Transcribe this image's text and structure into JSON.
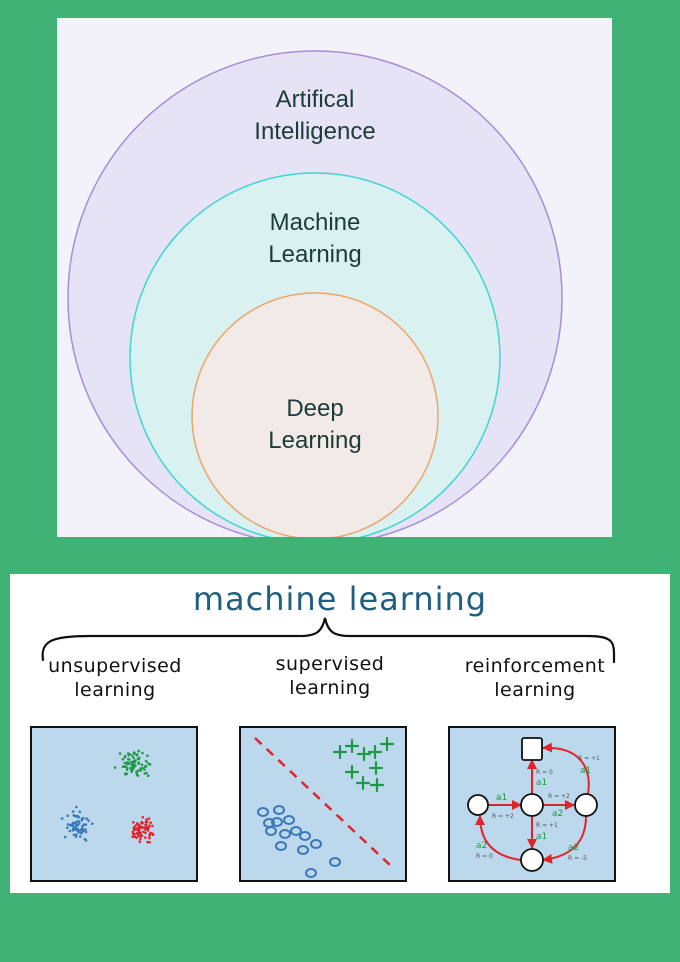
{
  "top": {
    "outer_label": "Artifical\nIntelligence",
    "middle_label": "Machine\nLearning",
    "inner_label": "Deep\nLearning",
    "colors": {
      "outer_fill": "#e6e3f6",
      "outer_stroke": "#a48ed8",
      "middle_fill": "#d9f2f1",
      "middle_stroke": "#3fd6d0",
      "inner_fill": "#f2eae7",
      "inner_stroke": "#eca46a"
    }
  },
  "bottom": {
    "title": "machine learning",
    "categories": [
      {
        "label": "unsupervised\nlearning"
      },
      {
        "label": "supervised\nlearning"
      },
      {
        "label": "reinforcement\nlearning"
      }
    ],
    "rl_labels": {
      "a1_left": "a1",
      "r_left": "R = +2",
      "a2_mid": "a2",
      "r_mid": "R = +2",
      "r_top": "R = 0",
      "a1_top": "a1",
      "r_right": "R = +1",
      "a1_right": "a1",
      "r_center": "R = +1",
      "a1_center": "a1",
      "a2_bl": "a2",
      "r_bl": "R = 0",
      "a2_br": "a2",
      "r_br": "R = -5"
    },
    "colors": {
      "box_bg": "#bcd8ec",
      "green": "#1e9a45",
      "red": "#e0242a",
      "blue": "#3a78b8"
    }
  }
}
